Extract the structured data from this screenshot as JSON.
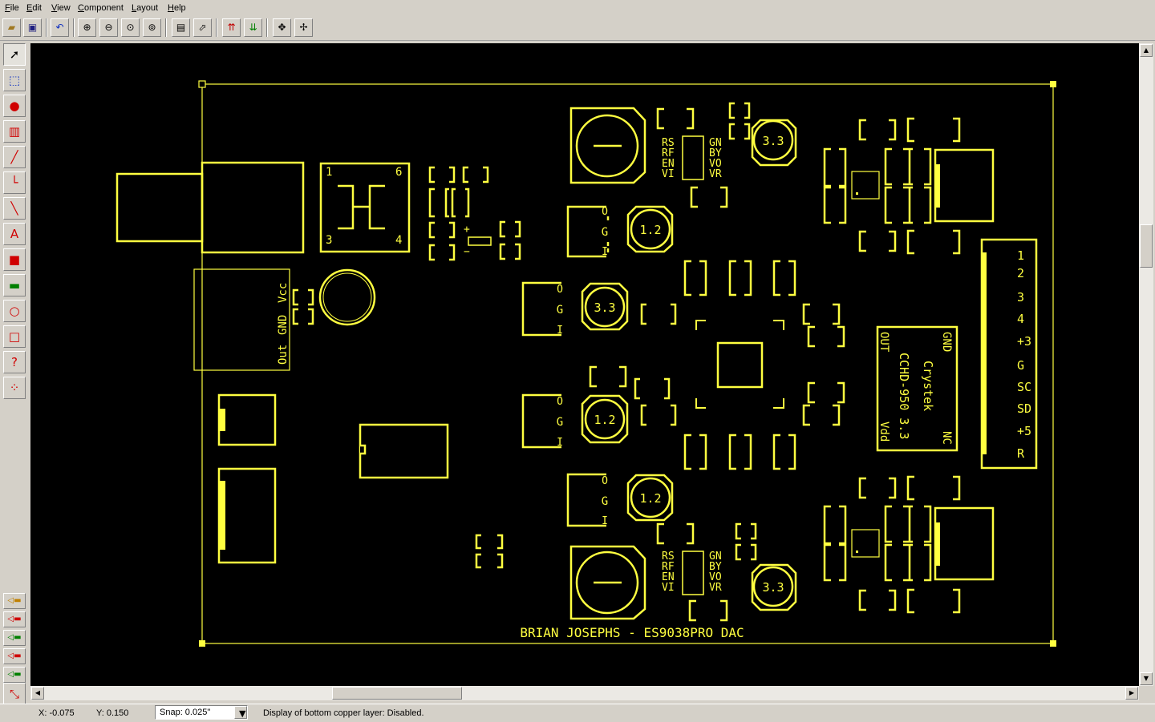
{
  "menu": [
    "File",
    "Edit",
    "View",
    "Component",
    "Layout",
    "Help"
  ],
  "pcb": {
    "board_title": "BRIAN JOSEPHS - ES9038PRO DAC",
    "regulator_pins_left": [
      "RS",
      "RF",
      "EN",
      "VI"
    ],
    "regulator_pins_right": [
      "GN",
      "BY",
      "VO",
      "VR"
    ],
    "cap_top": "3.3",
    "cap_bottom": "3.3",
    "cap_mid_1": "1.2",
    "cap_mid_2": "3.3",
    "cap_mid_3": "1.2",
    "cap_mid_4": "1.2",
    "ldo_label": "G",
    "ldo_marks": [
      "O",
      "I"
    ],
    "ic_pin_1": "1",
    "ic_pin_6": "6",
    "ic_pin_3": "3",
    "ic_pin_4": "4",
    "plus": "+",
    "minus": "−",
    "jack_labels": [
      "Vcc",
      "GND",
      "Out"
    ],
    "osc_texts": [
      "GND",
      "Crystek",
      "CCHD-950 3.3",
      "Vdd",
      "OUT",
      "NC"
    ],
    "header_pins": [
      "1",
      "2",
      "3",
      "4",
      "+3",
      "G",
      "SC",
      "SD",
      "+5",
      "R"
    ]
  },
  "status": {
    "x": "X: -0.075",
    "y": "Y: 0.150",
    "snap": "Snap:  0.025\"",
    "message": "Display of bottom copper layer:  Disabled."
  },
  "colors": {
    "trace": "#ffff40",
    "canvas": "#000000",
    "chrome": "#d4d0c8"
  },
  "icons": {
    "toolbar": [
      "open-folder-icon",
      "save-icon",
      "undo-icon",
      "zoom-in-icon",
      "zoom-out-icon",
      "zoom-fit-icon",
      "zoom-previous-icon",
      "properties-icon",
      "route-icon",
      "move-up-icon",
      "move-down-icon",
      "pan-icon",
      "pan-all-icon"
    ],
    "left": [
      "select-arrow-icon",
      "zoom-window-icon",
      "pad-icon",
      "component-icon",
      "trace-icon",
      "corner-trace-icon",
      "segment-icon",
      "text-icon",
      "copper-area-icon",
      "board-outline-icon",
      "circle-icon",
      "rectangle-icon",
      "query-icon",
      "netlist-icon"
    ]
  }
}
